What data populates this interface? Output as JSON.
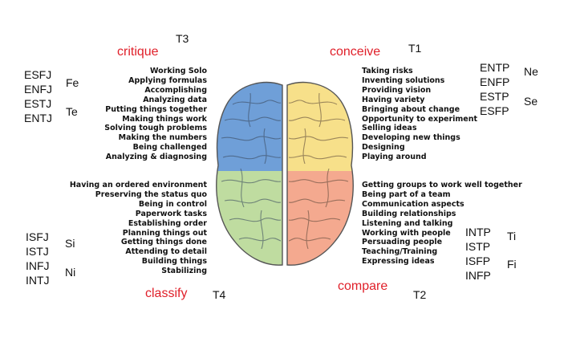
{
  "quadrants": {
    "top_left": {
      "label": "critique",
      "tag": "T3",
      "types": [
        "ESFJ",
        "ENFJ",
        "ESTJ",
        "ENTJ"
      ],
      "functions": [
        "Fe",
        "Te"
      ],
      "activities": [
        "Working Solo",
        "Applying formulas",
        "Accomplishing",
        "Analyzing data",
        "Putting things together",
        "Making things work",
        "Solving tough problems",
        "Making the numbers",
        "Being challenged",
        "Analyzing & diagnosing"
      ],
      "color": "#6f9fd8"
    },
    "top_right": {
      "label": "conceive",
      "tag": "T1",
      "types": [
        "ENTP",
        "ENFP",
        "ESTP",
        "ESFP"
      ],
      "functions": [
        "Ne",
        "Se"
      ],
      "activities": [
        "Taking risks",
        "Inventing solutions",
        "Providing vision",
        "Having variety",
        "Bringing about change",
        "Opportunity to experiment",
        "Selling ideas",
        "Developing new things",
        "Designing",
        "Playing around"
      ],
      "color": "#f7e08a"
    },
    "bottom_left": {
      "label": "classify",
      "tag": "T4",
      "types": [
        "ISFJ",
        "ISTJ",
        "INFJ",
        "INTJ"
      ],
      "functions": [
        "Si",
        "Ni"
      ],
      "activities": [
        "Having an ordered environment",
        "Preserving the status quo",
        "Being in control",
        "Paperwork tasks",
        "Establishing order",
        "Planning things out",
        "Getting things done",
        "Attending to detail",
        "Building things",
        "Stabilizing"
      ],
      "color": "#bfdca0"
    },
    "bottom_right": {
      "label": "compare",
      "tag": "T2",
      "types": [
        "INTP",
        "ISTP",
        "ISFP",
        "INFP"
      ],
      "functions": [
        "Ti",
        "Fi"
      ],
      "activities": [
        "Getting groups to work well together",
        "Being part of a team",
        "Communication aspects",
        "Building relationships",
        "Listening and talking",
        "Working with people",
        "Persuading people",
        "Teaching/Training",
        "Expressing ideas"
      ],
      "color": "#f4a98f"
    }
  }
}
